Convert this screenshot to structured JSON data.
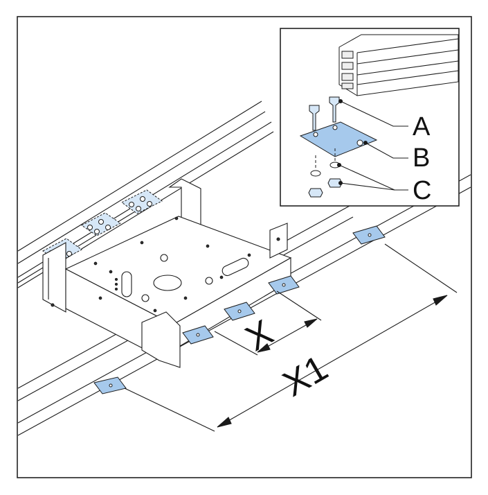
{
  "figure": {
    "callouts": {
      "a": "A",
      "b": "B",
      "c": "C"
    },
    "dimensions": {
      "x": "X",
      "x1": "X1"
    }
  },
  "colors": {
    "accent_blue": "#a6c9ec",
    "line": "#1a1a1a",
    "frame": "#222222"
  }
}
